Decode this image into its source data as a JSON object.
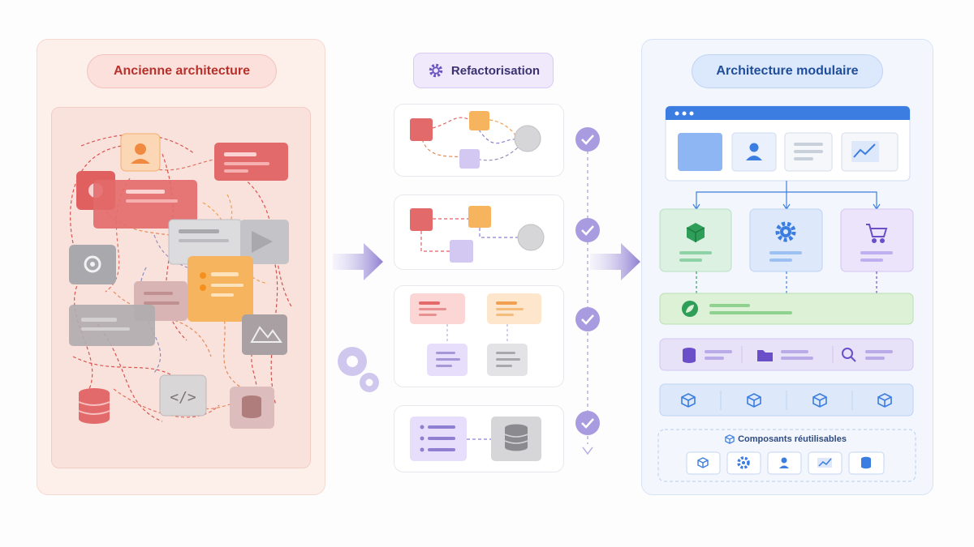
{
  "left_panel": {
    "title": "Ancienne architecture"
  },
  "middle_panel": {
    "title": "Refactorisation"
  },
  "right_panel": {
    "title": "Architecture modulaire",
    "reusable_label": "Composants réutilisables"
  },
  "colors": {
    "legacy_red": "#e06666",
    "legacy_orange": "#f6b45c",
    "legacy_gray": "#a9a9ad",
    "refactor_purple": "#8f7fd1",
    "modular_blue": "#3b7de0",
    "modular_green": "#2e9e58",
    "check_purple": "#a99be0"
  },
  "icons": [
    "gear-icon",
    "user-icon",
    "chart-icon",
    "cube-icon",
    "cart-icon",
    "leaf-icon",
    "database-icon",
    "folder-icon",
    "search-icon",
    "code-icon",
    "image-icon",
    "check-icon"
  ]
}
